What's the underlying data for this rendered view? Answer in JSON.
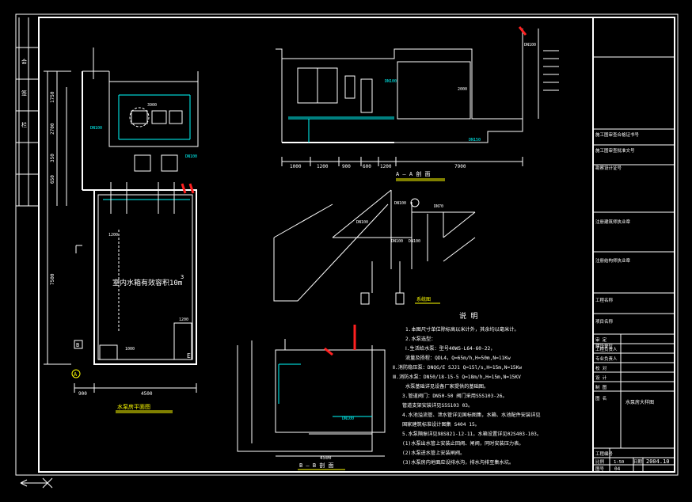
{
  "plan": {
    "caption": "水泵房平面图",
    "tank_label": "室内水箱有效容积10m",
    "tank_sup": "3",
    "dims_bottom": [
      "900",
      "4500"
    ],
    "dims_left": [
      "1750",
      "2700",
      "350",
      "650",
      "7500"
    ],
    "labels": [
      "DN100",
      "3900",
      "1200",
      "1200",
      "1000",
      "DN100"
    ],
    "axis_a": "A",
    "axis_b": "B",
    "axis_e": "E"
  },
  "section_aa": {
    "caption": "A — A 剖 面",
    "dims": [
      "1000",
      "1200",
      "900",
      "600",
      "1200",
      "7900"
    ],
    "labels": [
      "DN150",
      "DN100",
      "DN100",
      "2000"
    ]
  },
  "section_bb": {
    "caption": "B — B 剖 面",
    "dims": [
      "4500"
    ],
    "labels": [
      "DN100"
    ]
  },
  "iso": {
    "caption": "系统图",
    "labels": [
      "DN100",
      "DN100",
      "DN100",
      "DN100",
      "DN70"
    ]
  },
  "notes": {
    "title": "说 明",
    "lines": [
      "1.本图尺寸单位除标高以米计外，其余均以毫米计。",
      "2.水泵选型：",
      "Ⅰ.生活给水泵：型号40WS-L64-60-22，",
      "  流量及扬程：QDL4，Q=65m/h,H=50m,N=11Kw",
      "Ⅱ.消防稳压泵：DNQG/E SJJ1 Q=15l/s,H=15m,N=15Kw",
      "Ⅲ.消防水泵：DN50/18-15-5 Q=18m/h,H=15m,N=15KV",
      "   水泵基础详见设备厂家提供的基础图。",
      "3.管道阀门：DN50-50 阀门采用S5S103-26。",
      "  管道支架安装详见S5S103 03。",
      "4.水池溢流管、泄水管详见国标图集，水箱、水池配件安装详见",
      "  国家建筑标准设计图集 S404 15。",
      "5.水泵隔振详见98S821-12-11，水箱设置详见02S403-103。",
      "  (1)水泵出水管上安装止回阀、闸阀，同时安装压力表。",
      "  (2)水泵进水管上安装闸阀。",
      "  (3)水泵房内地面应设排水沟，排水沟排至集水坑。"
    ]
  },
  "title_block": {
    "rows": [
      "施工图审查合格证书号",
      "施工图审查批准文号",
      "勘察设计证号",
      "注册建筑师执业章",
      "注册结构师执业章",
      "工程名称",
      "项目名称",
      "建设单位"
    ],
    "roles": [
      "审 定",
      "工程负责人",
      "专业负责人",
      "校 对",
      "设 计",
      "制 图"
    ],
    "drawing_title_label": "图 名",
    "drawing_title": "水泵房大样图",
    "project_no_label": "工程编号",
    "scale_label": "比例",
    "scale": "1:50",
    "date_label": "日期",
    "date": "2004.10",
    "sheet_label": "图号",
    "sheet": "04"
  },
  "left_strip": {
    "labels": [
      "会",
      "签",
      "栏"
    ]
  }
}
